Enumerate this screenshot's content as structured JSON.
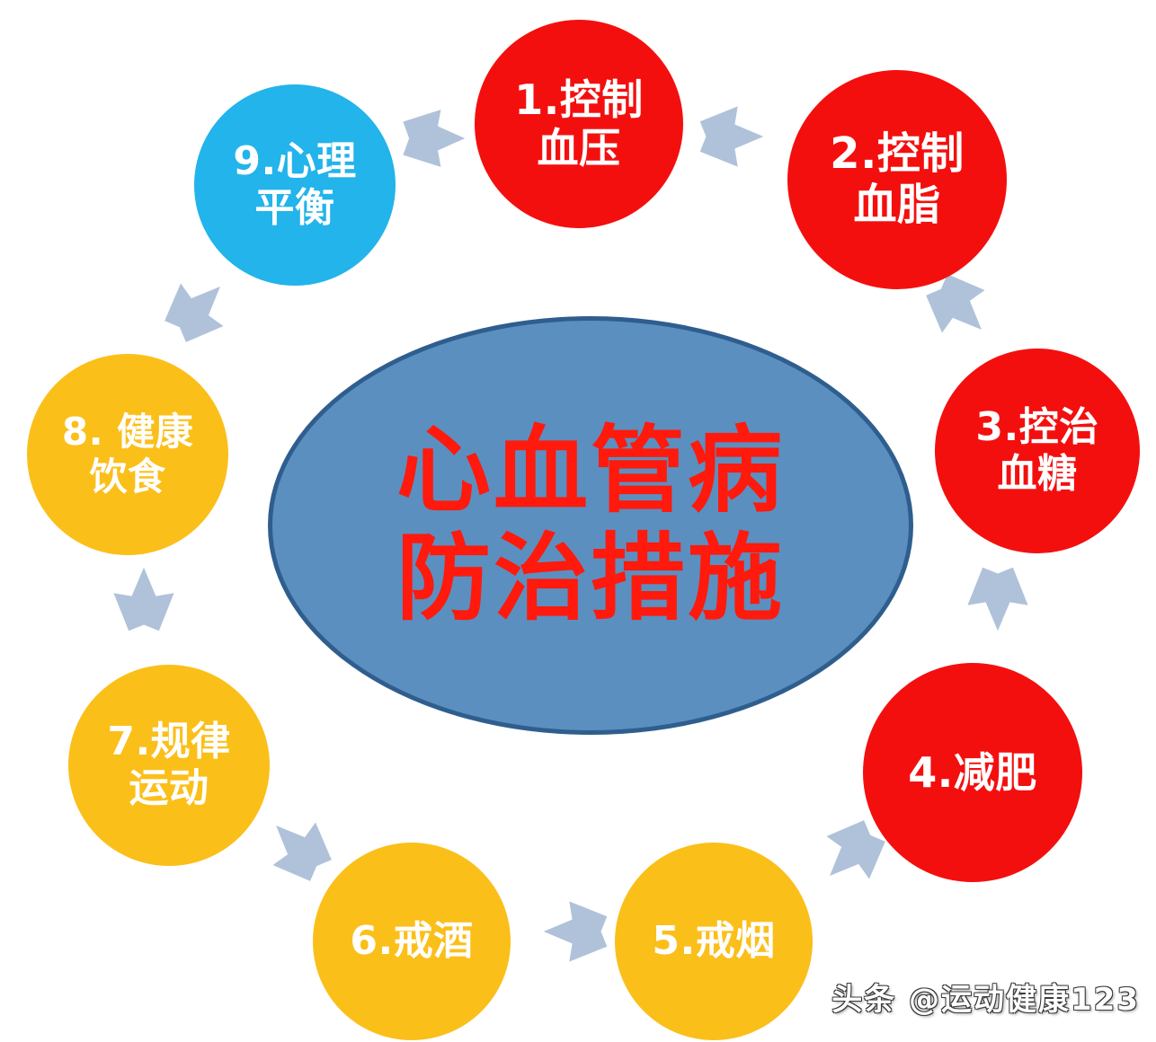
{
  "diagram": {
    "title_lines": [
      "心血管病",
      "防治措施"
    ],
    "center": {
      "fill": "#5b8fc0",
      "stroke": "#2f5e8e",
      "text_color": "#ff1a0d"
    },
    "arrow_color": "#afc2da",
    "nodes": [
      {
        "id": 1,
        "lines": [
          "1.控制",
          "血压"
        ],
        "color": "#f40f0f",
        "color_name": "red",
        "font_size": 46
      },
      {
        "id": 2,
        "lines": [
          "2.控制",
          "血脂"
        ],
        "color": "#f40f0f",
        "color_name": "red",
        "font_size": 48
      },
      {
        "id": 3,
        "lines": [
          "3.控治",
          "血糖"
        ],
        "color": "#f40f0f",
        "color_name": "red",
        "font_size": 44
      },
      {
        "id": 4,
        "lines": [
          "4.减肥"
        ],
        "color": "#f40f0f",
        "color_name": "red",
        "font_size": 46
      },
      {
        "id": 5,
        "lines": [
          "5.戒烟"
        ],
        "color": "#fbbf1a",
        "color_name": "amber",
        "font_size": 44
      },
      {
        "id": 6,
        "lines": [
          "6.戒酒"
        ],
        "color": "#fbbf1a",
        "color_name": "amber",
        "font_size": 44
      },
      {
        "id": 7,
        "lines": [
          "7.规律",
          "运动"
        ],
        "color": "#fbbf1a",
        "color_name": "amber",
        "font_size": 44
      },
      {
        "id": 8,
        "lines": [
          "8. 健康",
          "饮食"
        ],
        "color": "#fbbf1a",
        "color_name": "amber",
        "font_size": 42
      },
      {
        "id": 9,
        "lines": [
          "9.心理",
          "平衡"
        ],
        "color": "#22b4ea",
        "color_name": "cyan",
        "font_size": 44
      }
    ],
    "arrows": [
      {
        "from": 9,
        "to": 1,
        "direction": "right"
      },
      {
        "from": 1,
        "to": 2,
        "direction": "right"
      },
      {
        "from": 2,
        "to": 3,
        "direction": "down-right"
      },
      {
        "from": 3,
        "to": 4,
        "direction": "down"
      },
      {
        "from": 4,
        "to": 5,
        "direction": "down-left"
      },
      {
        "from": 5,
        "to": 6,
        "direction": "left"
      },
      {
        "from": 6,
        "to": 7,
        "direction": "up-left"
      },
      {
        "from": 7,
        "to": 8,
        "direction": "up"
      },
      {
        "from": 8,
        "to": 9,
        "direction": "up-right"
      }
    ]
  },
  "watermark": {
    "text": "头条 @运动健康123"
  }
}
